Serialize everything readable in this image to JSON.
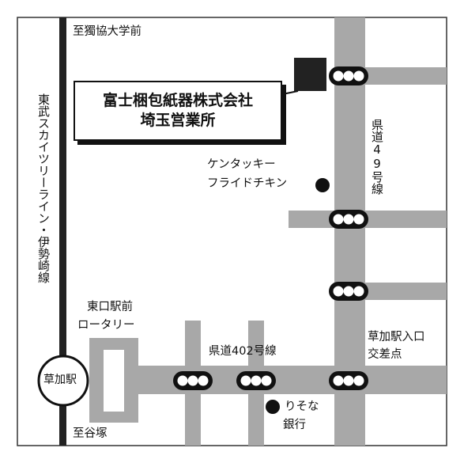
{
  "map": {
    "company": {
      "name": "富士梱包紙器株式会社",
      "office": "埼玉営業所"
    },
    "railway": {
      "line_name": "東武スカイツリーライン・伊勢崎線",
      "station": "草加駅",
      "north_direction": "至獨協大学前",
      "south_direction": "至谷塚"
    },
    "roads": {
      "route49": "県道49号線",
      "route402": "県道402号線"
    },
    "places": {
      "kfc": [
        "ケンタッキー",
        "フライドチキン"
      ],
      "rotary": [
        "東口駅前",
        "ロータリー"
      ],
      "intersection": [
        "草加駅入口",
        "交差点"
      ],
      "bank": [
        "りそな",
        "銀行"
      ]
    },
    "colors": {
      "road": "#a8a8a8",
      "rail": "#222222",
      "building": "#222222",
      "text": "#111111"
    }
  }
}
